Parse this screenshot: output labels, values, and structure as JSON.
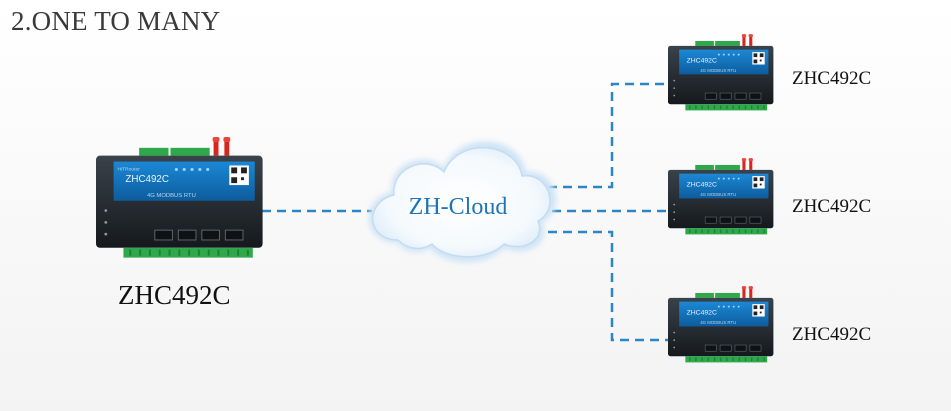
{
  "title": "2.ONE TO MANY",
  "cloud": {
    "label": "ZH-Cloud"
  },
  "main_device": {
    "label": "ZHC492C",
    "front_name": "ZHC492C",
    "front_sub": "4G  MODBUS  RTU",
    "brand": "HiTRouter"
  },
  "remote_devices": [
    {
      "label": "ZHC492C",
      "front_name": "ZHC492C",
      "front_sub": "4G  MODBUS  RTU"
    },
    {
      "label": "ZHC492C",
      "front_name": "ZHC492C",
      "front_sub": "4G  MODBUS  RTU"
    },
    {
      "label": "ZHC492C",
      "front_name": "ZHC492C",
      "front_sub": "4G  MODBUS  RTU"
    }
  ],
  "colors": {
    "link": "#2c86c6",
    "device_body": "#23292f",
    "device_panel": "#1577c4",
    "terminal": "#2ea84a",
    "antenna": "#d8261f"
  }
}
